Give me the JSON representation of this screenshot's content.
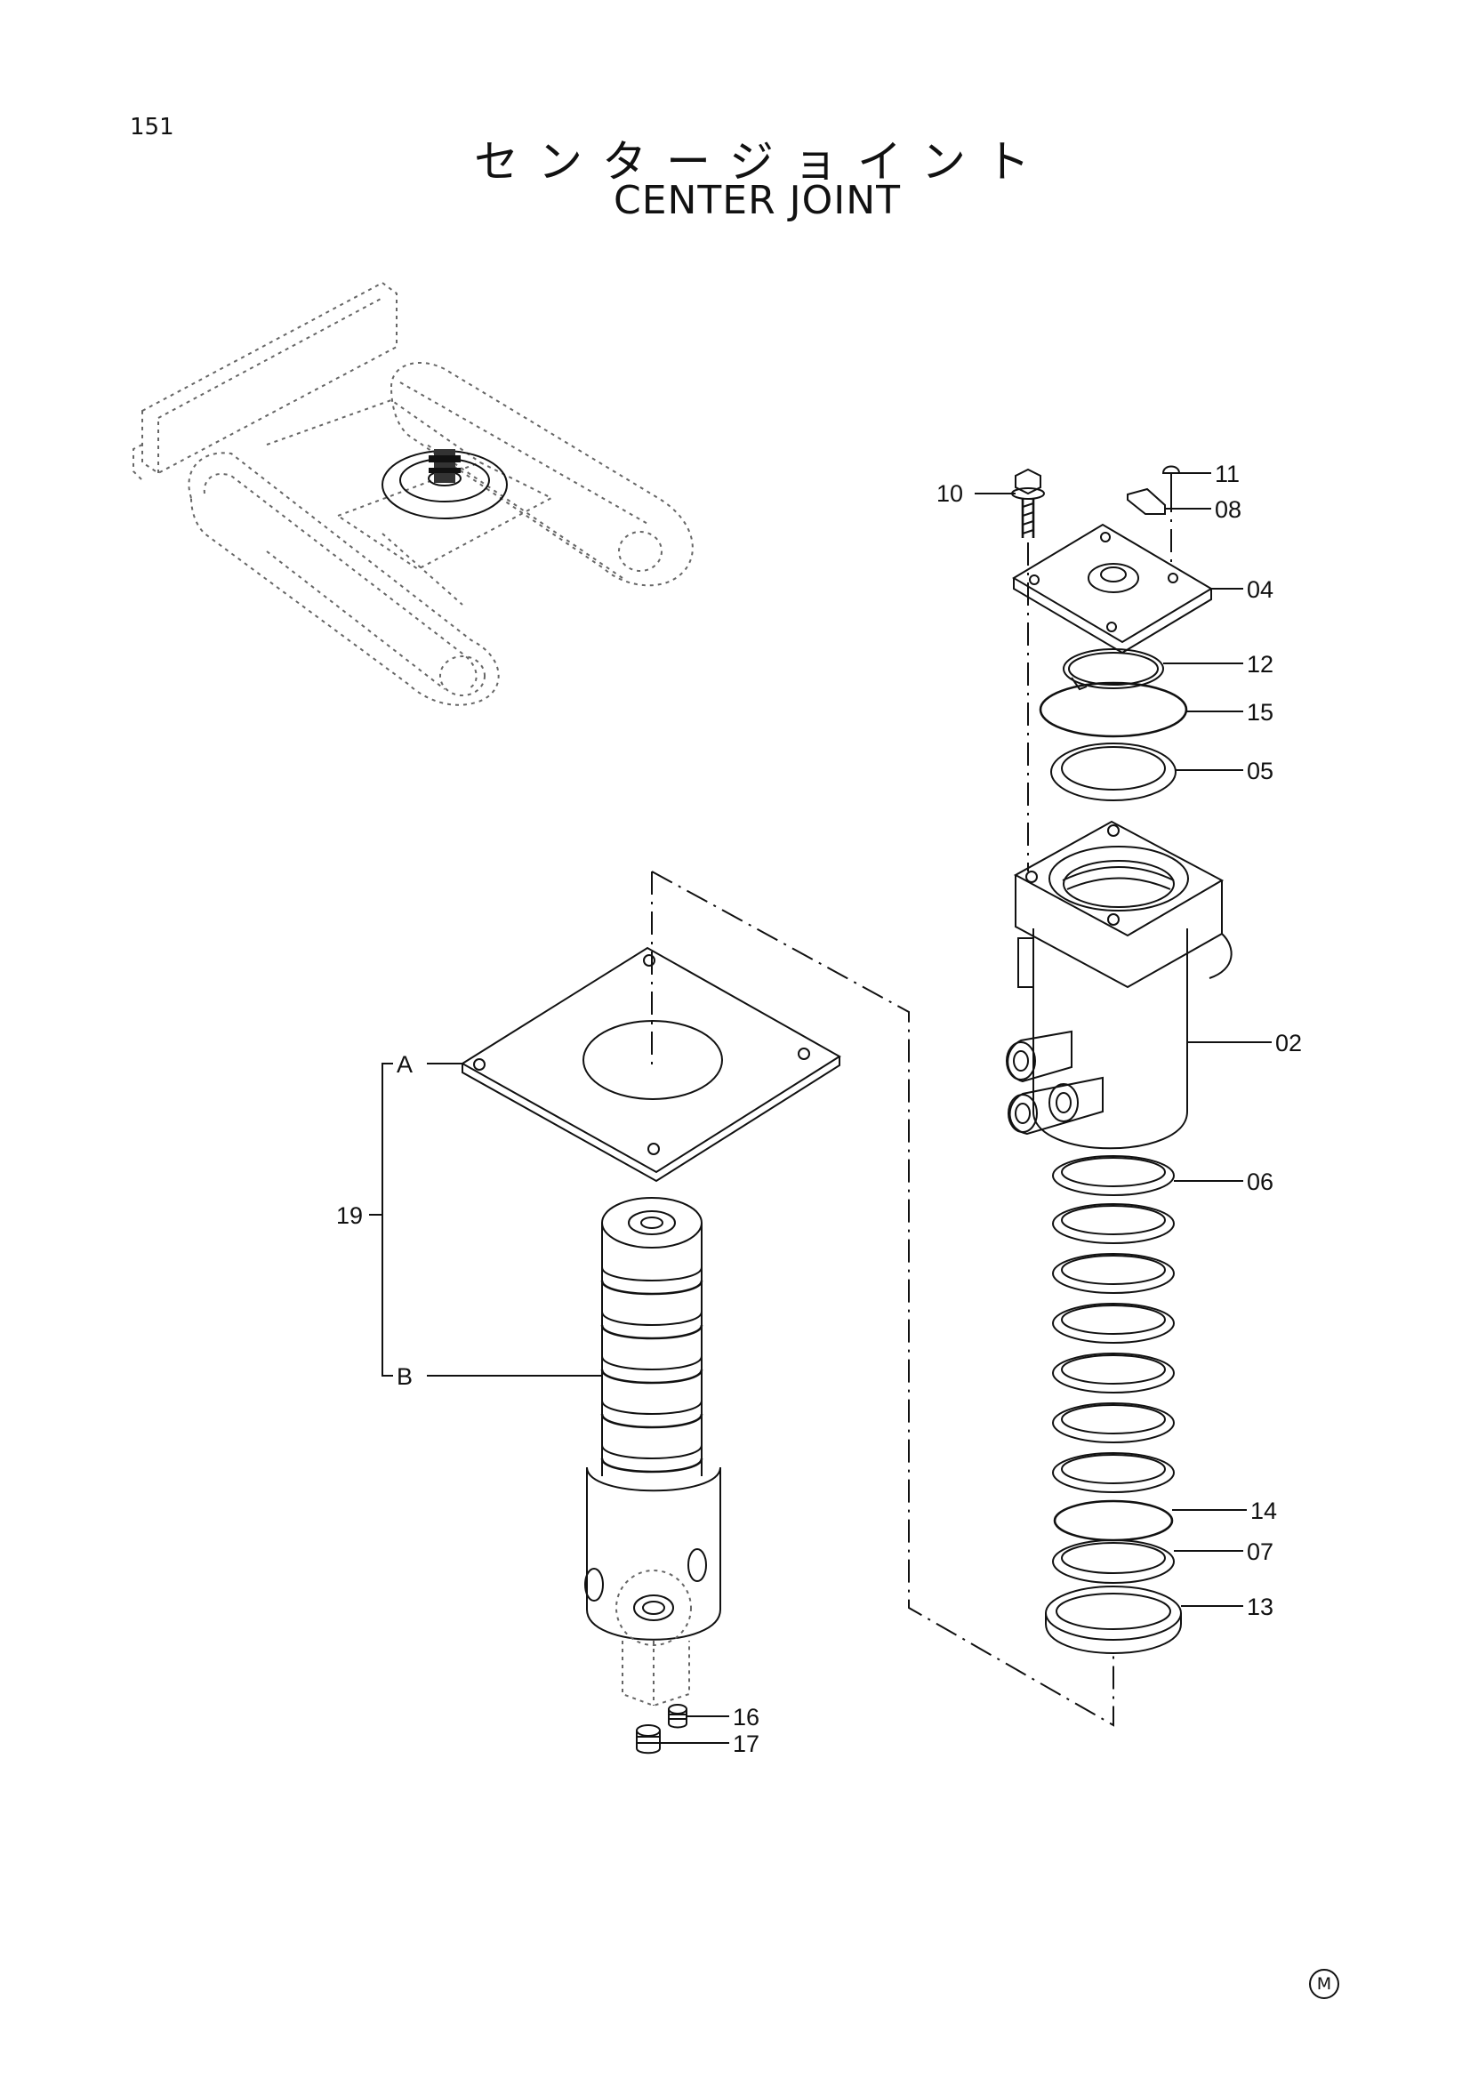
{
  "page_number": "151",
  "title_jp": "センタージョイント",
  "title_en": "CENTER JOINT",
  "callouts": {
    "p10": "10",
    "p11": "11",
    "p08": "08",
    "p04": "04",
    "p12": "12",
    "p15": "15",
    "p05": "05",
    "p02": "02",
    "p06": "06",
    "p14": "14",
    "p07": "07",
    "p13": "13",
    "p16": "16",
    "p17": "17",
    "p19": "19",
    "pA": "A",
    "pB": "B"
  },
  "corner_mark": "M"
}
